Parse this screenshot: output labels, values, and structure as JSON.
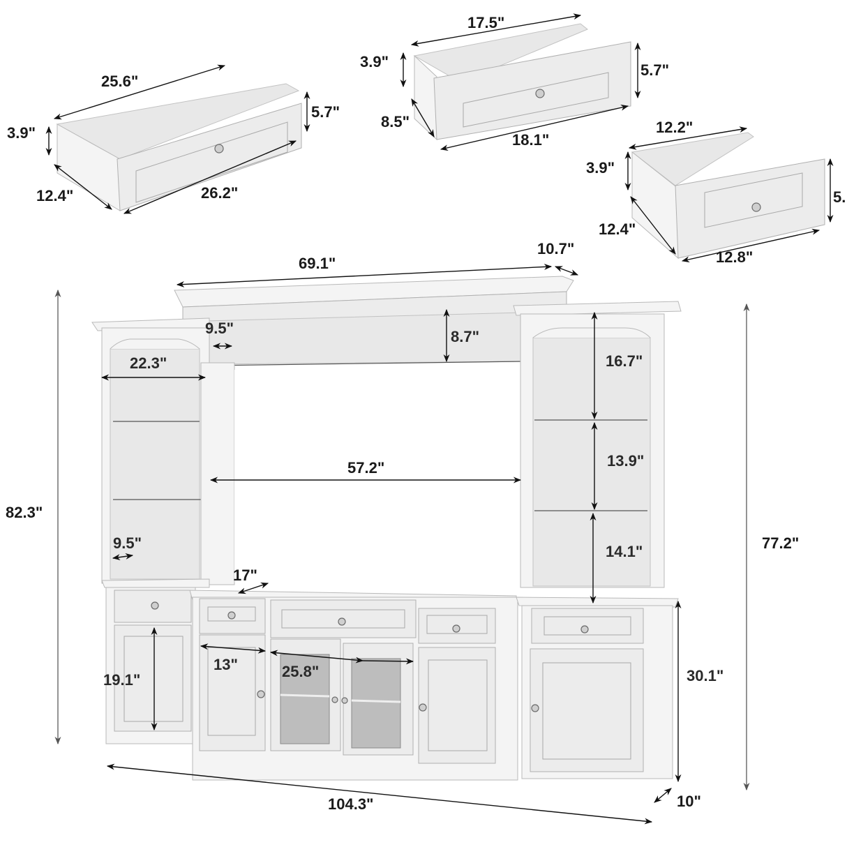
{
  "diagram": {
    "subject": "TV entertainment center wall unit with bookcases, hutch and drawers",
    "units": "inches",
    "drawers": {
      "large": {
        "top_width": "25.6\"",
        "front_width": "26.2\"",
        "side_height": "3.9\"",
        "front_height": "5.7\"",
        "depth": "12.4\""
      },
      "medium": {
        "top_width": "17.5\"",
        "front_width": "18.1\"",
        "side_height": "3.9\"",
        "front_height": "5.7\"",
        "depth": "8.5\""
      },
      "small": {
        "top_width": "12.2\"",
        "front_width": "12.8\"",
        "side_height": "3.9\"",
        "front_height": "5.",
        "depth": "12.4\""
      }
    },
    "main_unit": {
      "hutch_width": "69.1\"",
      "hutch_depth": "10.7\"",
      "hutch_inner_depth": "9.5\"",
      "hutch_opening_height": "8.7\"",
      "bookcase_width": "22.3\"",
      "bookcase_shelf_depth": "9.5\"",
      "tv_opening_width": "57.2\"",
      "right_shelf_heights": [
        "16.7\"",
        "13.9\"",
        "14.1\""
      ],
      "total_height_left": "82.3\"",
      "bookcase_height_right": "77.2\"",
      "console_depth": "17\"",
      "side_door_height": "19.1\"",
      "console_door_width": "13\"",
      "glass_doors_width": "25.8\"",
      "side_cabinet_height": "30.1\"",
      "side_cabinet_depth": "10\"",
      "total_width": "104.3\""
    }
  }
}
